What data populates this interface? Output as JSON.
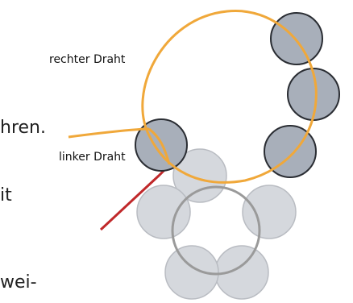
{
  "labels": {
    "right_wire": "rechter Draht",
    "left_wire": "linker Draht"
  },
  "cropped_text": {
    "line_1": "hren.",
    "line_2": "it",
    "line_3": "wei-"
  },
  "colors": {
    "orange_wire": "#f0a83a",
    "red_wire": "#c0282a",
    "bead_dark_fill": "#a8afba",
    "bead_dark_stroke": "#2a2d33",
    "bead_light_fill": "#d5d8dd",
    "bead_light_stroke": "#b9bcc2",
    "ghost_ring": "#9a9a9a"
  }
}
